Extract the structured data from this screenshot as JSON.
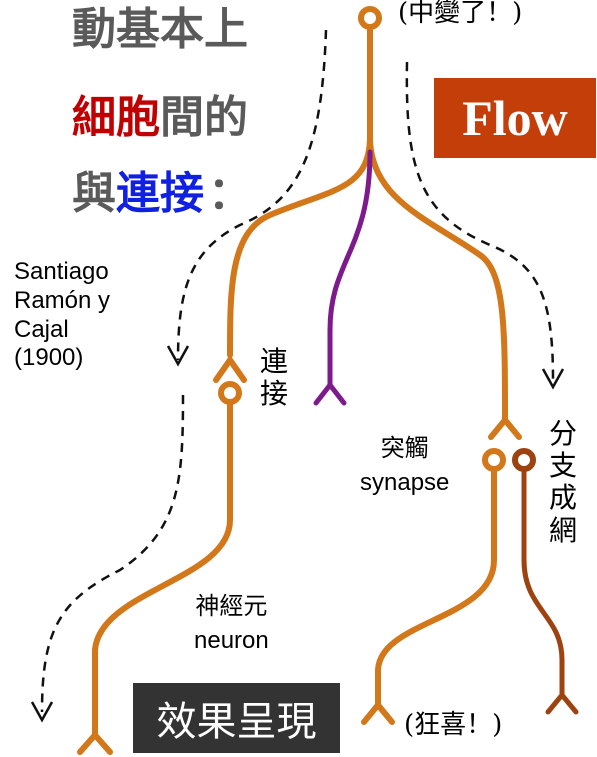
{
  "title": {
    "line1": "動基本上",
    "line2_red": "細胞",
    "line2_rest": "間的",
    "line3_gray": "與",
    "line3_blue": "連接",
    "line3_colon": "："
  },
  "top_note": "(中變了！)",
  "flow_label": "Flow",
  "attribution": [
    "Santiago",
    "Ramón y",
    "Cajal",
    "(1900)"
  ],
  "connect_label": [
    "連",
    "接"
  ],
  "synapse_label": {
    "chinese": "突觸",
    "english": "synapse"
  },
  "branch_label": [
    "分",
    "支",
    "成",
    "網"
  ],
  "neuron_label": {
    "chinese": "神經元",
    "english": "neuron"
  },
  "effect_label": "效果呈現",
  "bottom_note": "(狂喜！)",
  "colors": {
    "neuron_orange": "#d2781a",
    "branch_purple": "#7d1a8c",
    "branch_brown": "#9c4310",
    "flow_box": "#c43e0a",
    "effect_box": "#333333",
    "title_red": "#c00000",
    "title_blue": "#1020e0"
  }
}
